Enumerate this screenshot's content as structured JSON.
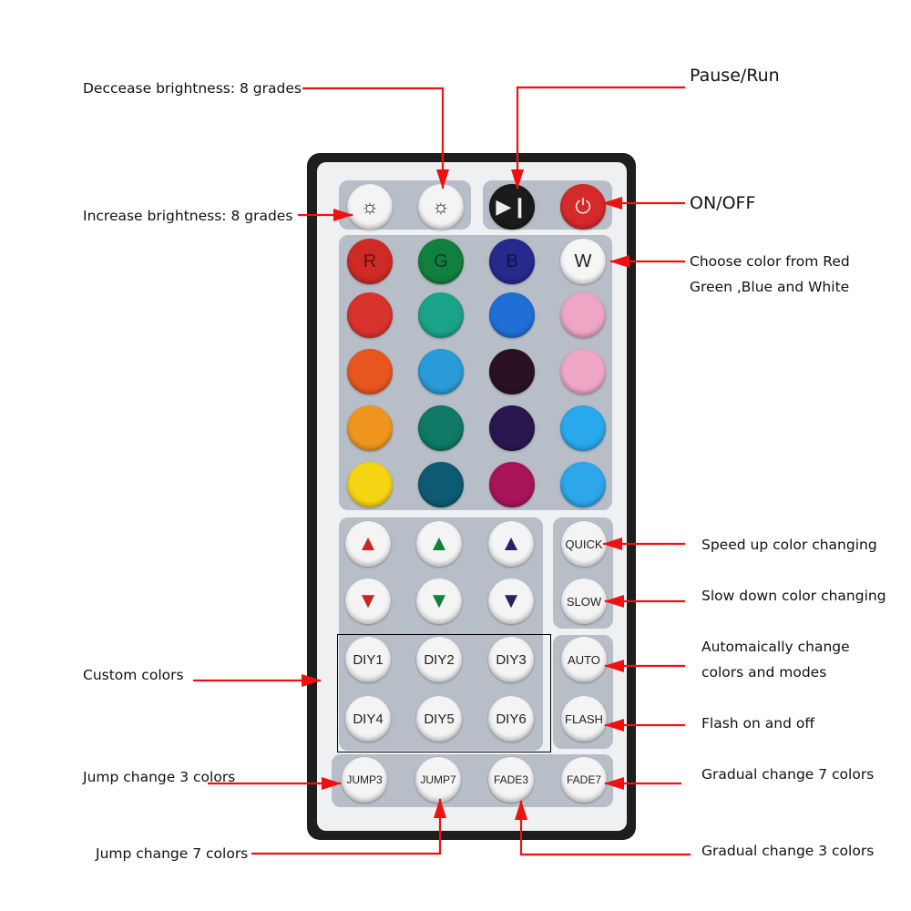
{
  "remote": {
    "top_buttons": [
      {
        "name": "increase-brightness",
        "label": "☼",
        "color": "#f4f4f4",
        "fg": "#222"
      },
      {
        "name": "decrease-brightness",
        "label": "☼",
        "color": "#f4f4f4",
        "fg": "#222"
      },
      {
        "name": "pause-run",
        "label": "▶❙",
        "color": "#1b1b1b",
        "fg": "#eee"
      },
      {
        "name": "power",
        "label": "⏻",
        "color": "#d42a2a",
        "fg": "#f4dede"
      }
    ],
    "color_rows": [
      [
        {
          "label": "R",
          "color": "#cf2a26"
        },
        {
          "label": "G",
          "color": "#11803f"
        },
        {
          "label": "B",
          "color": "#262a8c"
        },
        {
          "label": "W",
          "color": "#f6f6f6"
        }
      ],
      [
        {
          "label": "",
          "color": "#d8332d"
        },
        {
          "label": "",
          "color": "#1aa38a"
        },
        {
          "label": "",
          "color": "#1f6fd6"
        },
        {
          "label": "",
          "color": "#eea6c4"
        }
      ],
      [
        {
          "label": "",
          "color": "#e8561f"
        },
        {
          "label": "",
          "color": "#2a9ad8"
        },
        {
          "label": "",
          "color": "#2a1224"
        },
        {
          "label": "",
          "color": "#efa7c5"
        }
      ],
      [
        {
          "label": "",
          "color": "#f0961e"
        },
        {
          "label": "",
          "color": "#0f7866"
        },
        {
          "label": "",
          "color": "#2a1750"
        },
        {
          "label": "",
          "color": "#2aa8ec"
        }
      ],
      [
        {
          "label": "",
          "color": "#f6d514"
        },
        {
          "label": "",
          "color": "#0d5b72"
        },
        {
          "label": "",
          "color": "#a8145a"
        },
        {
          "label": "",
          "color": "#2ea6ea"
        }
      ]
    ],
    "arrow_colors": [
      "#c82626",
      "#13803c",
      "#252260"
    ],
    "up_icon": "▲",
    "down_icon": "▼",
    "speed": {
      "quick": "QUICK",
      "slow": "SLOW"
    },
    "mode": {
      "auto": "AUTO",
      "flash": "FLASH"
    },
    "diy": [
      "DIY1",
      "DIY2",
      "DIY3",
      "DIY4",
      "DIY5",
      "DIY6"
    ],
    "bottom": [
      "JUMP3",
      "JUMP7",
      "FADE3",
      "FADE7"
    ]
  },
  "annotations": {
    "decrease": "Deccease brightness: 8 grades",
    "pause": "Pause/Run",
    "increase": "Increase brightness:  8 grades",
    "onoff": "ON/OFF",
    "choose1": "Choose color from Red",
    "choose2": "Green ,Blue and White",
    "speedup": "Speed up color changing",
    "slowdown": "Slow down color changing",
    "auto1": "Automaically change",
    "auto2": "colors and modes",
    "flash": "Flash on and off",
    "fade7": "Gradual change 7 colors",
    "custom": "Custom colors",
    "jump3": "Jump change 3 colors",
    "jump7": "Jump change 7 colors",
    "fade3": "Gradual change 3 colors"
  },
  "colors": {
    "arrow": "#ee1111"
  }
}
